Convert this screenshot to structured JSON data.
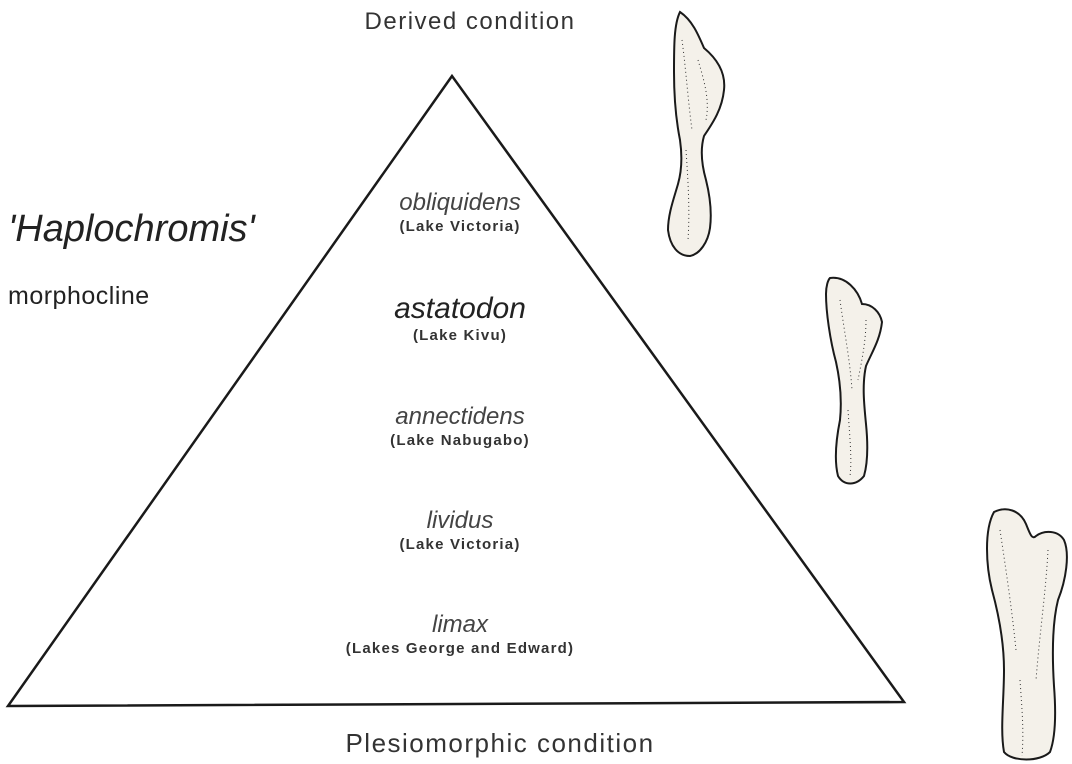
{
  "title_top": "Derived condition",
  "title_bottom": "Plesiomorphic condition",
  "genus": "'Haplochromis'",
  "subtitle": "morphocline",
  "species": [
    {
      "name": "obliquidens",
      "lake": "(Lake Victoria)"
    },
    {
      "name": "astatodon",
      "lake": "(Lake Kivu)"
    },
    {
      "name": "annectidens",
      "lake": "(Lake Nabugabo)"
    },
    {
      "name": "lividus",
      "lake": "(Lake Victoria)"
    },
    {
      "name": "limax",
      "lake": "(Lakes George and Edward)"
    }
  ],
  "colors": {
    "line": "#1a1a1a",
    "bone_fill": "#f4f1ea",
    "stipple": "#333333"
  }
}
